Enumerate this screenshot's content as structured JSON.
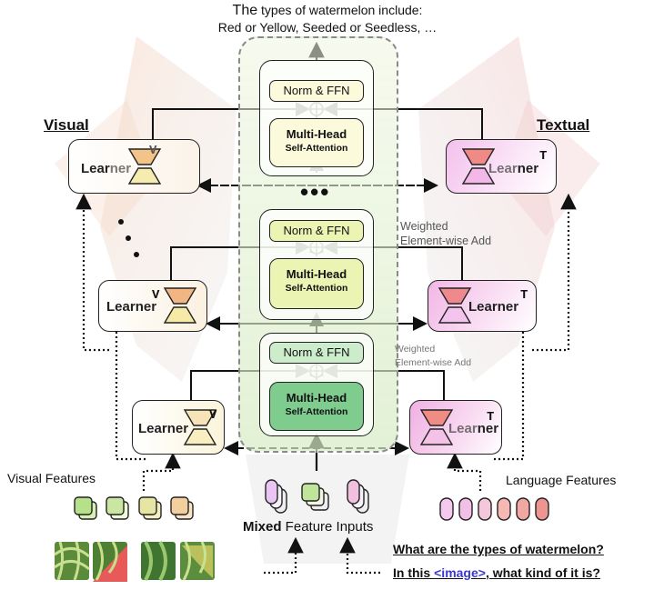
{
  "answer": {
    "line1_prefix": "The",
    "line1_rest": " types of watermelon include:",
    "line2": "Red or Yellow, Seeded or Seedless, …"
  },
  "labels": {
    "visual": "Visual",
    "textual": "Textual",
    "learner_prefix": "Lear",
    "learner_suffix": "ner",
    "visual_sup": "V",
    "textual_sup": "T",
    "ellipsis": "•••",
    "weighted_add_line1": "Weighted",
    "weighted_add_line2": "Element-wise Add",
    "visual_features": "Visual Features",
    "language_features": "Language Features",
    "mixed_bold": "Mixed",
    "mixed_rest": " Feature Inputs"
  },
  "transformer": {
    "norm_ffn": "Norm & FFN",
    "mha_line1": "Multi-Head",
    "mha_line2": "Self-Attention",
    "add_symbol": "⊕"
  },
  "questions": {
    "q1": "What are the types of watermelon?",
    "q2_prefix": "In this ",
    "q2_token": "<image>",
    "q2_suffix": ", what kind of it is?"
  },
  "colors": {
    "visual_gold": "#f2c48a",
    "visual_yellow": "#f6ecb0",
    "textual_red": "#ef8a86",
    "textual_pink": "#f3b8e8",
    "mha_top": "#fbfadb",
    "mha_mid": "#ecf4b4",
    "mha_bottom": "#7fcc8f"
  }
}
